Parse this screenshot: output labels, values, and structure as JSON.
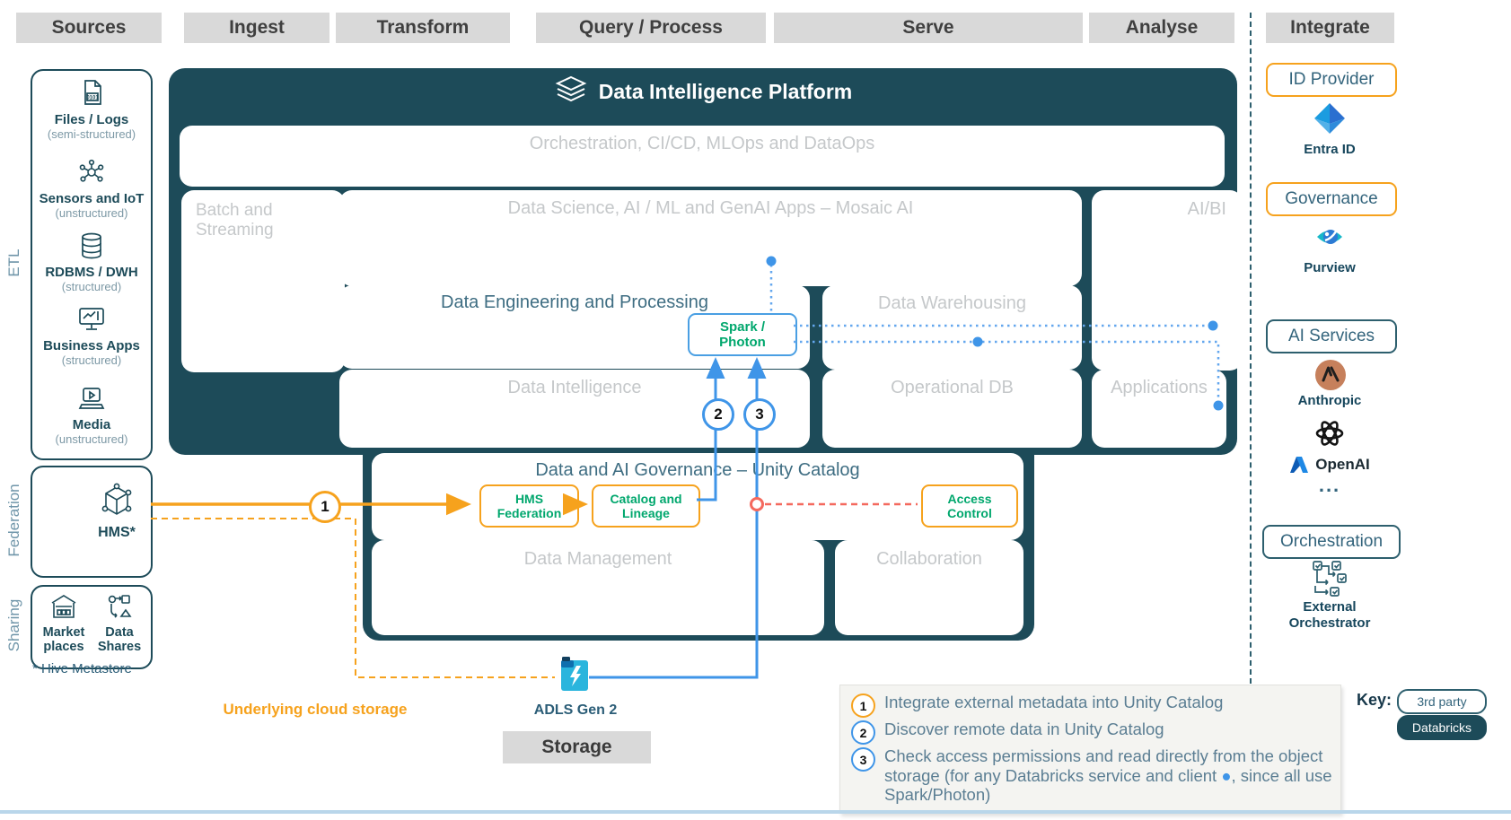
{
  "headers": {
    "sources": "Sources",
    "ingest": "Ingest",
    "transform": "Transform",
    "query": "Query / Process",
    "serve": "Serve",
    "analyse": "Analyse",
    "integrate": "Integrate"
  },
  "side_labels": {
    "etl": "ETL",
    "federation": "Federation",
    "sharing": "Sharing"
  },
  "sources": {
    "items": [
      {
        "icon": "file-icon",
        "icon_text": "0101",
        "label": "Files / Logs",
        "sub": "(semi-structured)"
      },
      {
        "icon": "sensors-icon",
        "label": "Sensors and IoT",
        "sub": "(unstructured)"
      },
      {
        "icon": "database-icon",
        "label": "RDBMS / DWH",
        "sub": "(structured)"
      },
      {
        "icon": "business-apps-icon",
        "label": "Business Apps",
        "sub": "(structured)"
      },
      {
        "icon": "media-icon",
        "label": "Media",
        "sub": "(unstructured)"
      }
    ]
  },
  "federation": {
    "label": "HMS*"
  },
  "sharing": {
    "marketplaces": "Market places",
    "data_shares": "Data Shares"
  },
  "platform": {
    "title": "Data Intelligence Platform",
    "orchestration": "Orchestration, CI/CD, MLOps and DataOps",
    "batch": "Batch and Streaming",
    "data_science": "Data Science, AI / ML and GenAI Apps – Mosaic AI",
    "aibi": "AI/BI",
    "data_engineering": "Data Engineering and Processing",
    "spark_photon": "Spark / Photon",
    "data_warehousing": "Data Warehousing",
    "data_intelligence": "Data Intelligence",
    "operational_db": "Operational DB",
    "applications": "Applications",
    "governance_title": "Data and AI Governance – Unity Catalog",
    "hms_federation": "HMS Federation",
    "catalog_lineage": "Catalog and Lineage",
    "access_control": "Access Control",
    "data_management": "Data Management",
    "collaboration": "Collaboration"
  },
  "flow_markers": {
    "one": "1",
    "two": "2",
    "three": "3"
  },
  "integrate": {
    "id_provider": "ID Provider",
    "entra": "Entra ID",
    "governance": "Governance",
    "purview": "Purview",
    "ai_services": "AI Services",
    "anthropic": "Anthropic",
    "openai": "OpenAI",
    "ellipsis": "...",
    "orchestration": "Orchestration",
    "external_orchestrator": "External Orchestrator"
  },
  "annotations": {
    "hive_note": "* Hive Metastore",
    "cloud_storage": "Underlying cloud storage",
    "adls": "ADLS Gen 2",
    "storage": "Storage"
  },
  "legend": {
    "items": [
      {
        "num": "1",
        "text": "Integrate external metadata into Unity Catalog"
      },
      {
        "num": "2",
        "text": "Discover remote data in Unity Catalog"
      },
      {
        "num": "3",
        "text_pre": "Check access permissions and read directly from the object storage (for any Databricks service and client",
        "dot": "●",
        "text_post": ", since all use Spark/Photon)"
      }
    ],
    "key_label": "Key:",
    "third_party": "3rd party",
    "databricks": "Databricks"
  },
  "colors": {
    "dark_teal": "#1d4b59",
    "orange": "#f6a21d",
    "blue": "#3f95e8",
    "green": "#00a76d",
    "red": "#f4695e",
    "gray_label": "#c5c8ca",
    "header_bg": "#d9d9d9",
    "legend_bg": "#f4f4f1"
  }
}
